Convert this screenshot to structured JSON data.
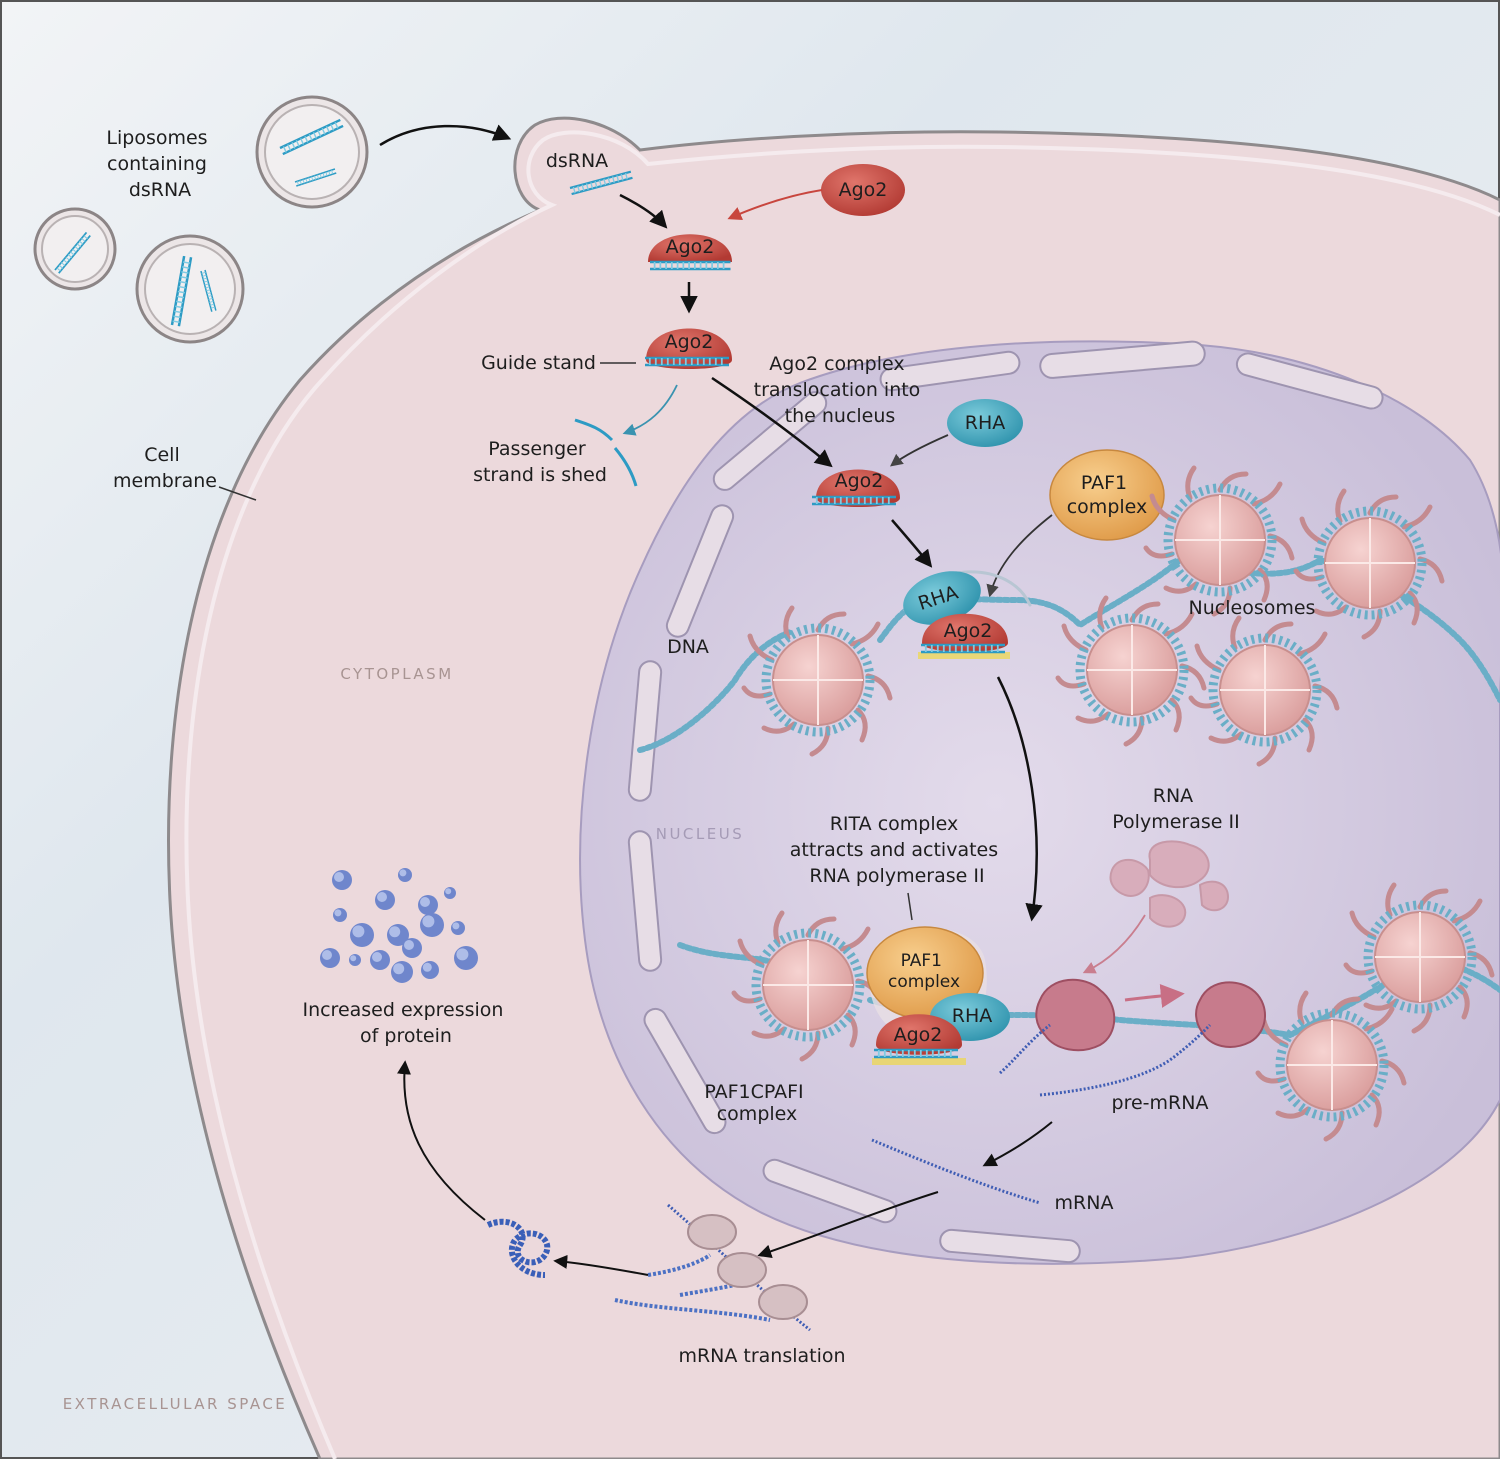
{
  "labels": {
    "liposomes": [
      "Liposomes",
      "containing",
      "dsRNA"
    ],
    "dsrna": "dsRNA",
    "ago2": "Ago2",
    "guide_strand": "Guide stand",
    "passenger": [
      "Passenger",
      "strand is shed"
    ],
    "translocation": [
      "Ago2 complex",
      "translocation into",
      "the nucleus"
    ],
    "rha": "RHA",
    "paf1": [
      "PAF1",
      "complex"
    ],
    "cell_membrane": [
      "Cell",
      "membrane"
    ],
    "dna": "DNA",
    "nucleosomes": "Nucleosomes",
    "cytoplasm": "CYTOPLASM",
    "nucleus": "NUCLEUS",
    "rita": [
      "RITA complex",
      "attracts and activates",
      "RNA polymerase II"
    ],
    "rna_pol": [
      "RNA",
      "Polymerase II"
    ],
    "increased": [
      "Increased expression",
      "of protein"
    ],
    "paf1c_label": [
      "PAF1CPAFI",
      "complex"
    ],
    "pre_mrna": "pre-mRNA",
    "mrna": "mRNA",
    "translation": "mRNA translation",
    "extracellular": "EXTRACELLULAR SPACE"
  },
  "colors": {
    "extracellular": "#dfe7ee",
    "cytoplasm": "#ecd9dc",
    "nucleus": "#d4cbe0",
    "ago2": "#c8463e",
    "rha": "#3aa4bd",
    "paf1": "#eba95a",
    "nucleosome": "#eab5b4",
    "rna": "#3ba7cf",
    "polymerase": "#c77b8c",
    "protein": "#6f86cc",
    "caption": "#a89492"
  }
}
